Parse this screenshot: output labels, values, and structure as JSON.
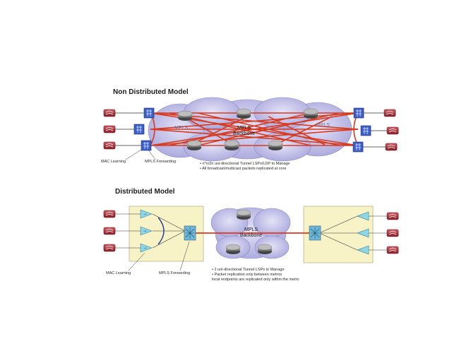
{
  "top_section": {
    "title": "Non Distributed Model",
    "cloud_label": "MPLS\nBackbone",
    "left_cloud_label": "MPLS",
    "right_cloud_label": "MPLS",
    "label_mac_learning": "MAC Learning",
    "label_mpls_forwarding": "MPLS Forwarding",
    "bullets": [
      "• n*n/2n uni-directional Tunnel LSPs/LDP to Manage",
      "• All broadcast/multicast packets replicated at core"
    ]
  },
  "bottom_section": {
    "title": "Distributed Model",
    "cloud_label": "MPLS\nBackbone",
    "label_mac_learning": "MAC Learning",
    "label_mpls_forwarding": "MPLS Forwarding",
    "bullets": [
      "• 2 uni-directional Tunnel LSPs to Manage",
      "• Packet replication only between metros",
      "  local endpoints are replicated only within the metro"
    ]
  },
  "colors": {
    "link_red": "#d93a1f",
    "router_red": "#b8323a",
    "switch_blue": "#3b5fc4",
    "cloud_fill": "#c9c8ea",
    "metro_box": "#f7f3c6",
    "triangle_cyan": "#8fd6e6"
  }
}
